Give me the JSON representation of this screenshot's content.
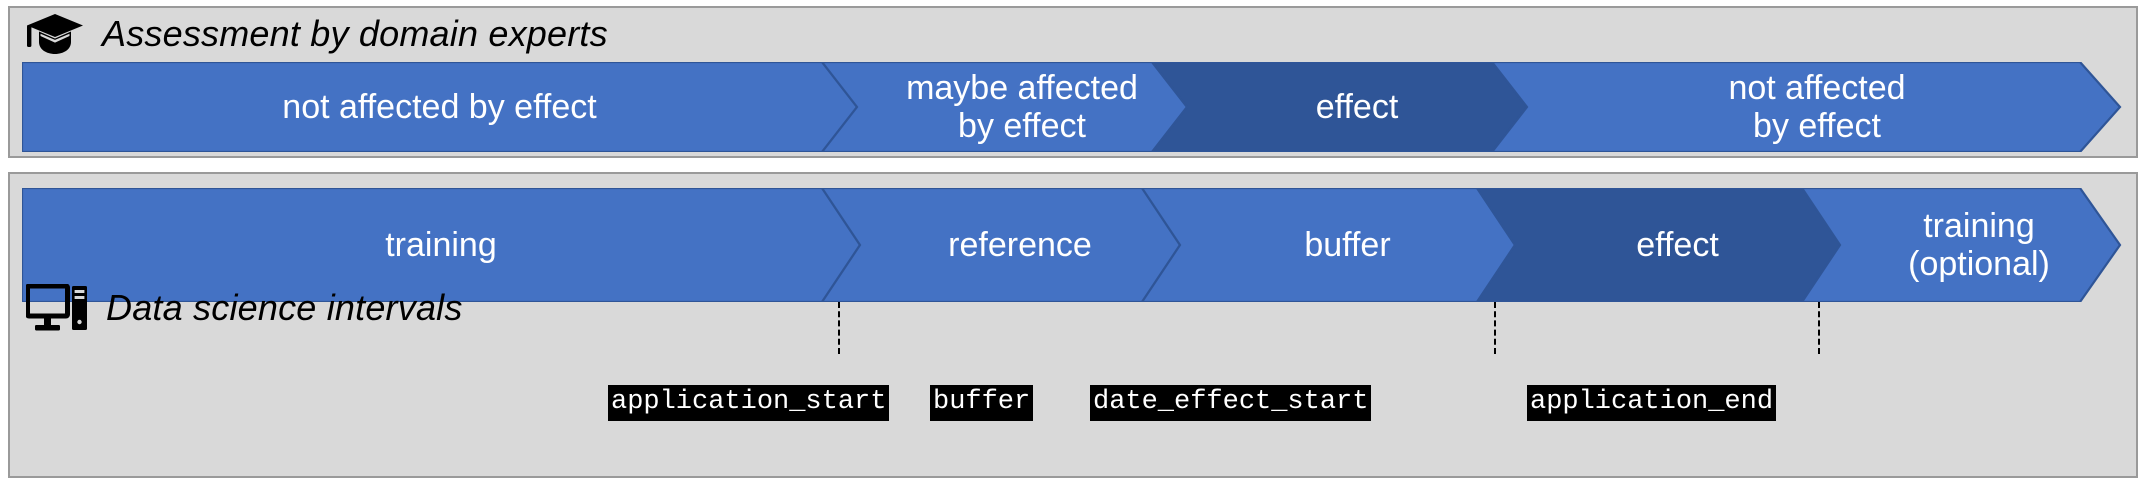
{
  "theme": {
    "panel_bg": "#d9d9d9",
    "panel_border": "#9a9a9a",
    "chevron_light": "#4472c4",
    "chevron_dark": "#2f5597",
    "chevron_outline": "#2f5597",
    "chip_bg": "#000000",
    "chip_fg": "#ffffff",
    "page_bg": "#ffffff"
  },
  "top_panel": {
    "title": "Assessment by domain experts",
    "icon": "graduation-cap-icon",
    "segments": [
      {
        "label": "not affected by effect",
        "tone": "light"
      },
      {
        "label": "maybe affected\nby effect",
        "tone": "light"
      },
      {
        "label": "effect",
        "tone": "dark"
      },
      {
        "label": "not affected\nby effect",
        "tone": "light"
      }
    ]
  },
  "bottom_panel": {
    "title": "Data science intervals",
    "icon": "desktop-computer-icon",
    "segments": [
      {
        "label": "training",
        "tone": "light"
      },
      {
        "label": "reference",
        "tone": "light"
      },
      {
        "label": "buffer",
        "tone": "light"
      },
      {
        "label": "effect",
        "tone": "dark"
      },
      {
        "label": "training\n(optional)",
        "tone": "light"
      }
    ],
    "markers": [
      {
        "code": "application_start",
        "has_tick": true
      },
      {
        "code": "buffer",
        "has_tick": false
      },
      {
        "code": "date_effect_start",
        "has_tick": true
      },
      {
        "code": "application_end",
        "has_tick": true
      }
    ]
  }
}
